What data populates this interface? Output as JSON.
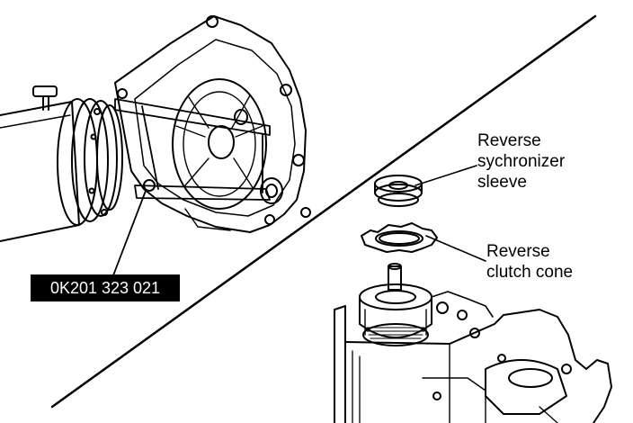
{
  "labels": {
    "reverse_synchronizer_sleeve": [
      "Reverse",
      "sychronizer",
      "sleeve"
    ],
    "reverse_clutch_cone": [
      "Reverse",
      "clutch cone"
    ]
  },
  "tool_number": "0K201 323 021",
  "colors": {
    "ink": "#000000",
    "paper": "#ffffff"
  }
}
